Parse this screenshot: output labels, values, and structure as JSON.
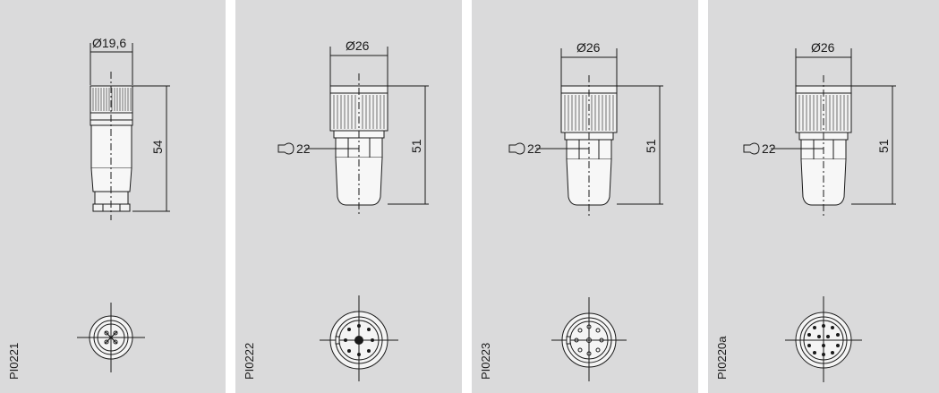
{
  "panels": [
    {
      "diameter": "Ø19,6",
      "length": "54",
      "code": "PI0221"
    },
    {
      "diameter": "Ø26",
      "length": "51",
      "wrench": "22",
      "code": "PI0222"
    },
    {
      "diameter": "Ø26",
      "length": "51",
      "wrench": "22",
      "code": "PI0223"
    },
    {
      "diameter": "Ø26",
      "length": "51",
      "wrench": "22",
      "code": "PI0220a"
    }
  ]
}
